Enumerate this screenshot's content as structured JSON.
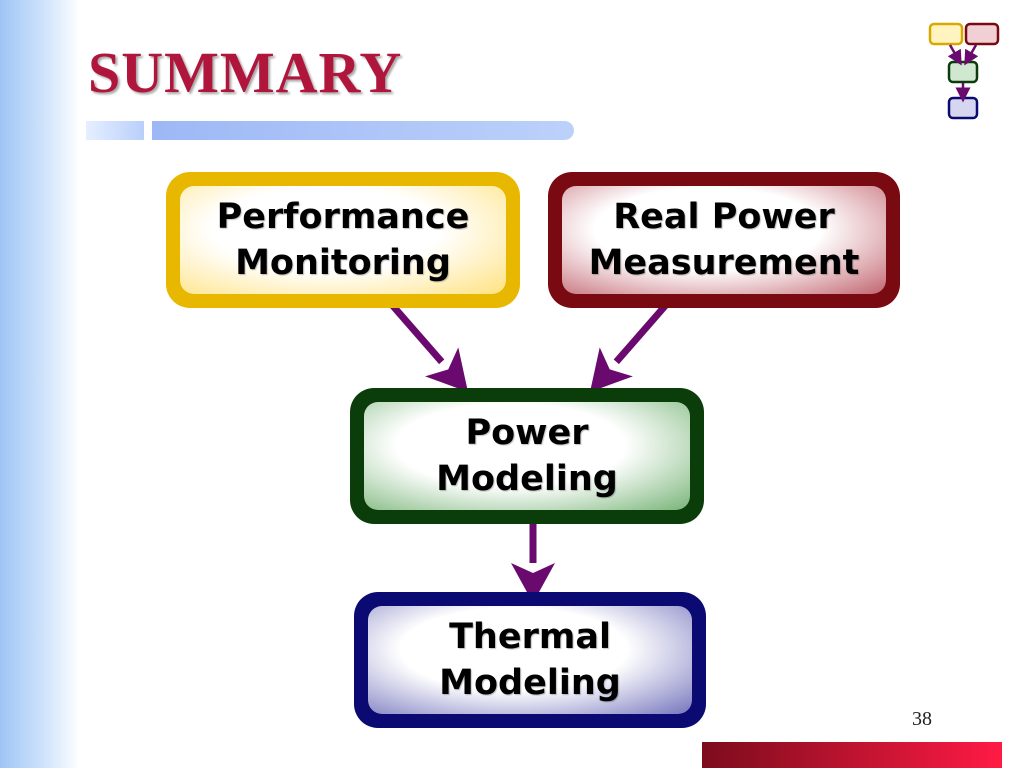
{
  "slide": {
    "title": "SUMMARY",
    "page_number": "38"
  },
  "diagram": {
    "nodes": [
      {
        "id": "performance",
        "lines": [
          "Performance",
          "Monitoring"
        ],
        "border": "#e8b800",
        "fill_edge": "#ffd23a",
        "fill_center": "#ffffff"
      },
      {
        "id": "realpower",
        "lines": [
          "Real Power",
          "Measurement"
        ],
        "border": "#7a0a12",
        "fill_edge": "#a01020",
        "fill_center": "#ffffff"
      },
      {
        "id": "powermodel",
        "lines": [
          "Power",
          "Modeling"
        ],
        "border": "#0b3d0b",
        "fill_edge": "#2e8b2e",
        "fill_center": "#ffffff"
      },
      {
        "id": "thermal",
        "lines": [
          "Thermal",
          "Modeling"
        ],
        "border": "#0a0a72",
        "fill_edge": "#2a2a9a",
        "fill_center": "#ffffff"
      }
    ],
    "edges": [
      {
        "from": "performance",
        "to": "powermodel"
      },
      {
        "from": "realpower",
        "to": "powermodel"
      },
      {
        "from": "powermodel",
        "to": "thermal"
      }
    ],
    "arrow_color": "#6a0a6e"
  },
  "colors": {
    "title": "#b0163c",
    "accent_bar": "#9db8f6",
    "footer": "#ff1a44"
  }
}
